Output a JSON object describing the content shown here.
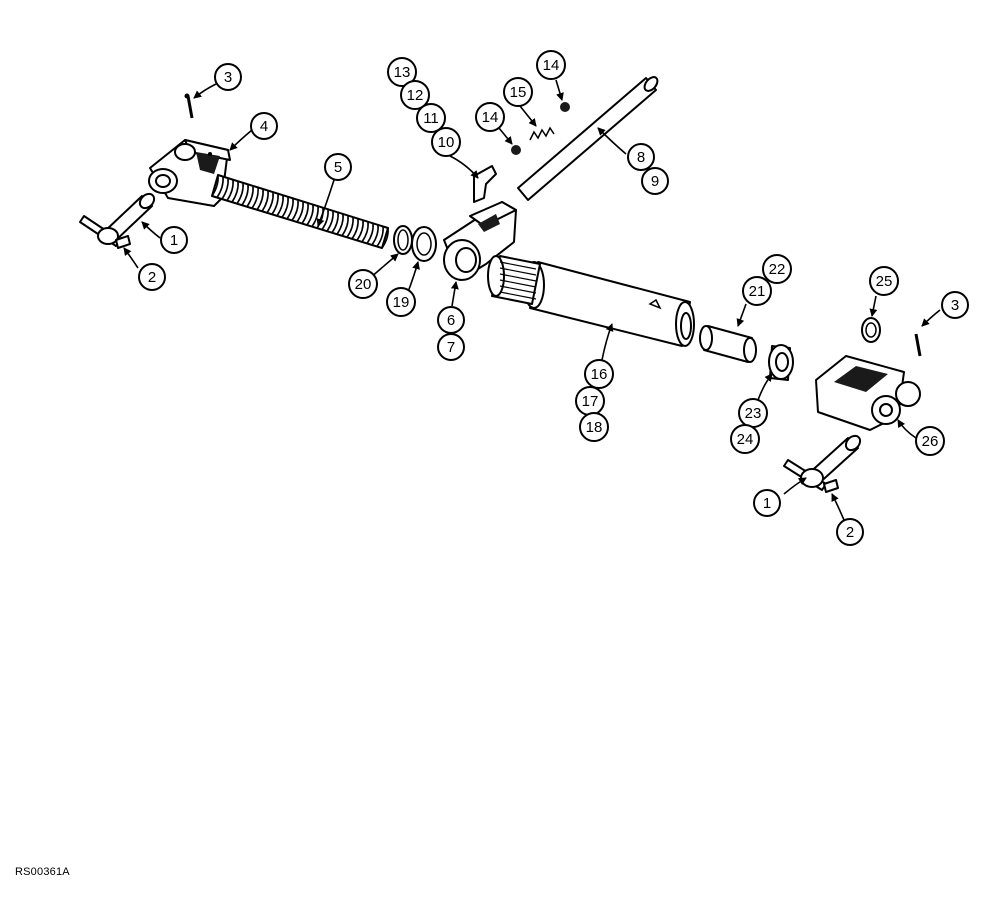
{
  "figure_code": "RS00361A",
  "callouts": {
    "c1a": "1",
    "c2a": "2",
    "c3a": "3",
    "c4": "4",
    "c5": "5",
    "c6": "6",
    "c7": "7",
    "c8": "8",
    "c9": "9",
    "c10": "10",
    "c11": "11",
    "c12": "12",
    "c13": "13",
    "c14a": "14",
    "c14b": "14",
    "c15": "15",
    "c16": "16",
    "c17": "17",
    "c18": "18",
    "c19": "19",
    "c20": "20",
    "c21": "21",
    "c22": "22",
    "c23": "23",
    "c24": "24",
    "c25": "25",
    "c26": "26",
    "c1b": "1",
    "c2b": "2",
    "c3b": "3"
  }
}
